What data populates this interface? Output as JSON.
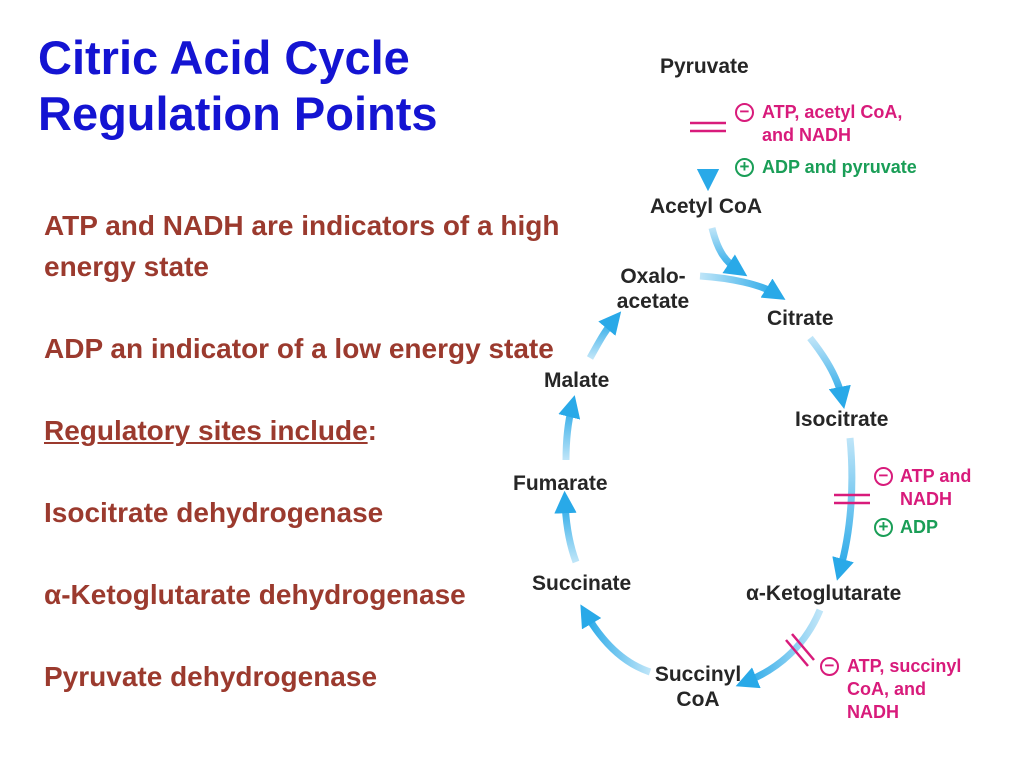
{
  "title": {
    "line1": "Citric Acid Cycle",
    "line2": "Regulation Points"
  },
  "notes": {
    "high_energy": "ATP and NADH are indicators of a high energy state",
    "low_energy": "ADP an indicator of a low energy state",
    "sites_heading": "Regulatory sites include",
    "sites_colon": ":",
    "site1": "Isocitrate dehydrogenase",
    "site2": "α-Ketoglutarate dehydrogenase",
    "site3": "Pyruvate dehydrogenase"
  },
  "diagram": {
    "metabolites": {
      "pyruvate": "Pyruvate",
      "acetyl_coa": "Acetyl CoA",
      "oxaloacetate_1": "Oxalo-",
      "oxaloacetate_2": "acetate",
      "citrate": "Citrate",
      "isocitrate": "Isocitrate",
      "alpha_ketoglutarate": "α-Ketoglutarate",
      "succinyl_coa_1": "Succinyl",
      "succinyl_coa_2": "CoA",
      "succinate": "Succinate",
      "fumarate": "Fumarate",
      "malate": "Malate"
    },
    "regulation": {
      "pdh_inhibitors_1": "ATP, acetyl CoA,",
      "pdh_inhibitors_2": "and NADH",
      "pdh_activators": "ADP and pyruvate",
      "idh_inhibitors_1": "ATP and",
      "idh_inhibitors_2": "NADH",
      "idh_activators": "ADP",
      "akgdh_inhibitors_1": "ATP, succinyl",
      "akgdh_inhibitors_2": "CoA, and",
      "akgdh_inhibitors_3": "NADH"
    },
    "symbols": {
      "minus": "−",
      "plus": "+"
    },
    "colors": {
      "arrow": "#29a9e8",
      "inhibition": "#d81b7b",
      "activation": "#1a9e57",
      "label": "#262626"
    }
  }
}
